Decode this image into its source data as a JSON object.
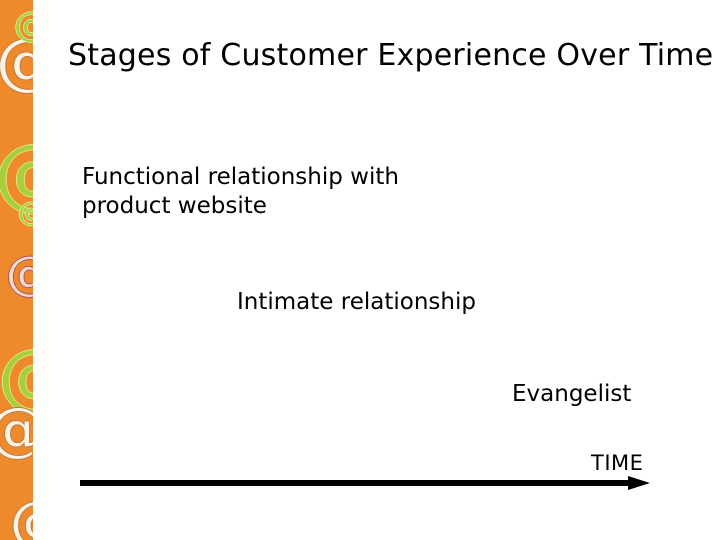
{
  "slide": {
    "title": "Stages of Customer Experience Over Time",
    "background_color": "#ffffff",
    "accent_color": "#ef8a2c",
    "text_color": "#000000"
  },
  "sidebar": {
    "name": "decorative-orange-band",
    "background_color": "#ef8a2c",
    "motif_glyph": "@",
    "motif_colors": [
      "#fdf3e2",
      "#a8cf3a",
      "#f3d9c9"
    ],
    "motifs": [
      {
        "glyph": "@",
        "style": "cream"
      },
      {
        "glyph": "@",
        "style": "green"
      },
      {
        "glyph": "@",
        "style": "green"
      },
      {
        "glyph": "@",
        "style": "rose"
      },
      {
        "glyph": "@",
        "style": "green"
      },
      {
        "glyph": "@",
        "style": "cream"
      },
      {
        "glyph": "@",
        "style": "cream"
      },
      {
        "glyph": "@",
        "style": "green"
      }
    ]
  },
  "stages": [
    {
      "id": "stage-1",
      "label": "Functional relationship with\nproduct website"
    },
    {
      "id": "stage-2",
      "label": "Intimate relationship"
    },
    {
      "id": "stage-3",
      "label": "Evangelist"
    }
  ],
  "axis": {
    "label": "TIME",
    "direction": "right",
    "line_color": "#000000"
  }
}
